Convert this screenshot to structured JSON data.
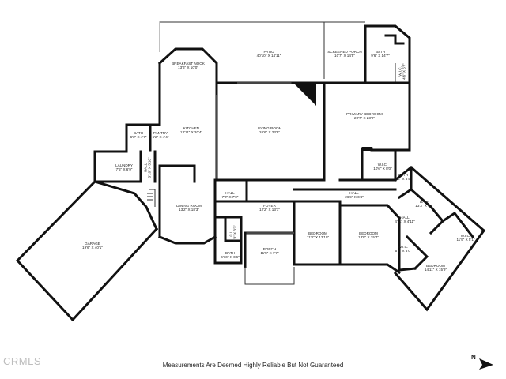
{
  "rooms": [
    {
      "key": "patio",
      "name": "PATIO",
      "dims": "40'10\" X 14'11\""
    },
    {
      "key": "screened_porch",
      "name": "SCREENED PORCH",
      "dims": "10'7\" X 14'5\""
    },
    {
      "key": "bath_ne",
      "name": "BATH",
      "dims": "9'6\" X 14'7\""
    },
    {
      "key": "wic_closet_ne",
      "name": "W.I.C.",
      "dims": "4'6\" X 5'7\""
    },
    {
      "key": "breakfast_nook",
      "name": "BREAKFAST NOOK",
      "dims": "13'6\" X 10'0\""
    },
    {
      "key": "primary_bedroom",
      "name": "PRIMARY BEDROOM",
      "dims": "20'7\" X 23'9\""
    },
    {
      "key": "kitchen",
      "name": "KITCHEN",
      "dims": "13'11\" X 20'4\""
    },
    {
      "key": "living_room",
      "name": "LIVING ROOM",
      "dims": "26'6\" X 23'9\""
    },
    {
      "key": "bath_w",
      "name": "BATH",
      "dims": "6'3\" X 4'7\""
    },
    {
      "key": "pantry",
      "name": "PANTRY",
      "dims": "5'2\" X 4'4\""
    },
    {
      "key": "laundry",
      "name": "LAUNDRY",
      "dims": "7'5\" X 6'9\""
    },
    {
      "key": "hall_w",
      "name": "HALL",
      "dims": "3'10\" X 3'10\""
    },
    {
      "key": "wic_primary",
      "name": "W.I.C.",
      "dims": "10'6\" X 8'0\""
    },
    {
      "key": "bath_small",
      "name": "BATH",
      "dims": "9'6\" X 5'5\""
    },
    {
      "key": "hall_center",
      "name": "HALL",
      "dims": "7'0\" X 7'0\""
    },
    {
      "key": "hall_east",
      "name": "HALL",
      "dims": "26'9\" X 6'4\""
    },
    {
      "key": "bath_se",
      "name": "BATH",
      "dims": "13'3\" X 9'9\""
    },
    {
      "key": "dining_room",
      "name": "DINING ROOM",
      "dims": "13'2\" X 18'3\""
    },
    {
      "key": "foyer",
      "name": "FOYER",
      "dims": "12'2\" X 13'1\""
    },
    {
      "key": "hall_se",
      "name": "HALL",
      "dims": "4'11\" X 4'11\""
    },
    {
      "key": "garage",
      "name": "GARAGE",
      "dims": "19'6\" X 40'1\""
    },
    {
      "key": "closet_foyer",
      "name": "C.L.",
      "dims": "3'3\" X 3'3\""
    },
    {
      "key": "bedroom_1",
      "name": "BEDROOM",
      "dims": "11'8\" X 13'10\""
    },
    {
      "key": "bedroom_2",
      "name": "BEDROOM",
      "dims": "13'8\" X 15'4\""
    },
    {
      "key": "wic_se",
      "name": "W.I.C.",
      "dims": "11'9\" X 5'1\""
    },
    {
      "key": "wic_bed2",
      "name": "W.I.C.",
      "dims": "5'5\" X 6'0\""
    },
    {
      "key": "porch",
      "name": "PORCH",
      "dims": "11'5\" X 7'7\""
    },
    {
      "key": "bath_sw",
      "name": "BATH",
      "dims": "6'10\" X 6'6\""
    },
    {
      "key": "bedroom_3",
      "name": "BEDROOM",
      "dims": "14'11\" X 15'9\""
    }
  ],
  "footer": {
    "note": "Measurements Are Deemed Highly Reliable But Not Guaranteed"
  },
  "watermark": {
    "text": "CRMLS"
  },
  "compass": {
    "label": "N",
    "icon": "north-arrow-icon"
  }
}
